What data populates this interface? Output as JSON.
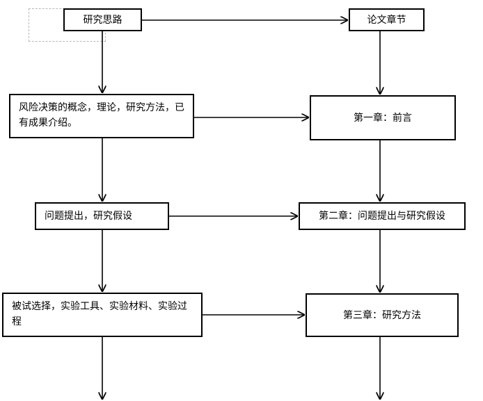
{
  "left_column": {
    "header": "研究思路",
    "step1": "风险决策的概念，理论，研究方法，已有成果介绍。",
    "step2": "问题提出，研究假设",
    "step3": "被试选择，实验工具、实验材料、实验过程"
  },
  "right_column": {
    "header": "论文章节",
    "chapter1": "第一章：前言",
    "chapter2": "第二章：问题提出与研究假设",
    "chapter3": "第三章：研究方法"
  }
}
